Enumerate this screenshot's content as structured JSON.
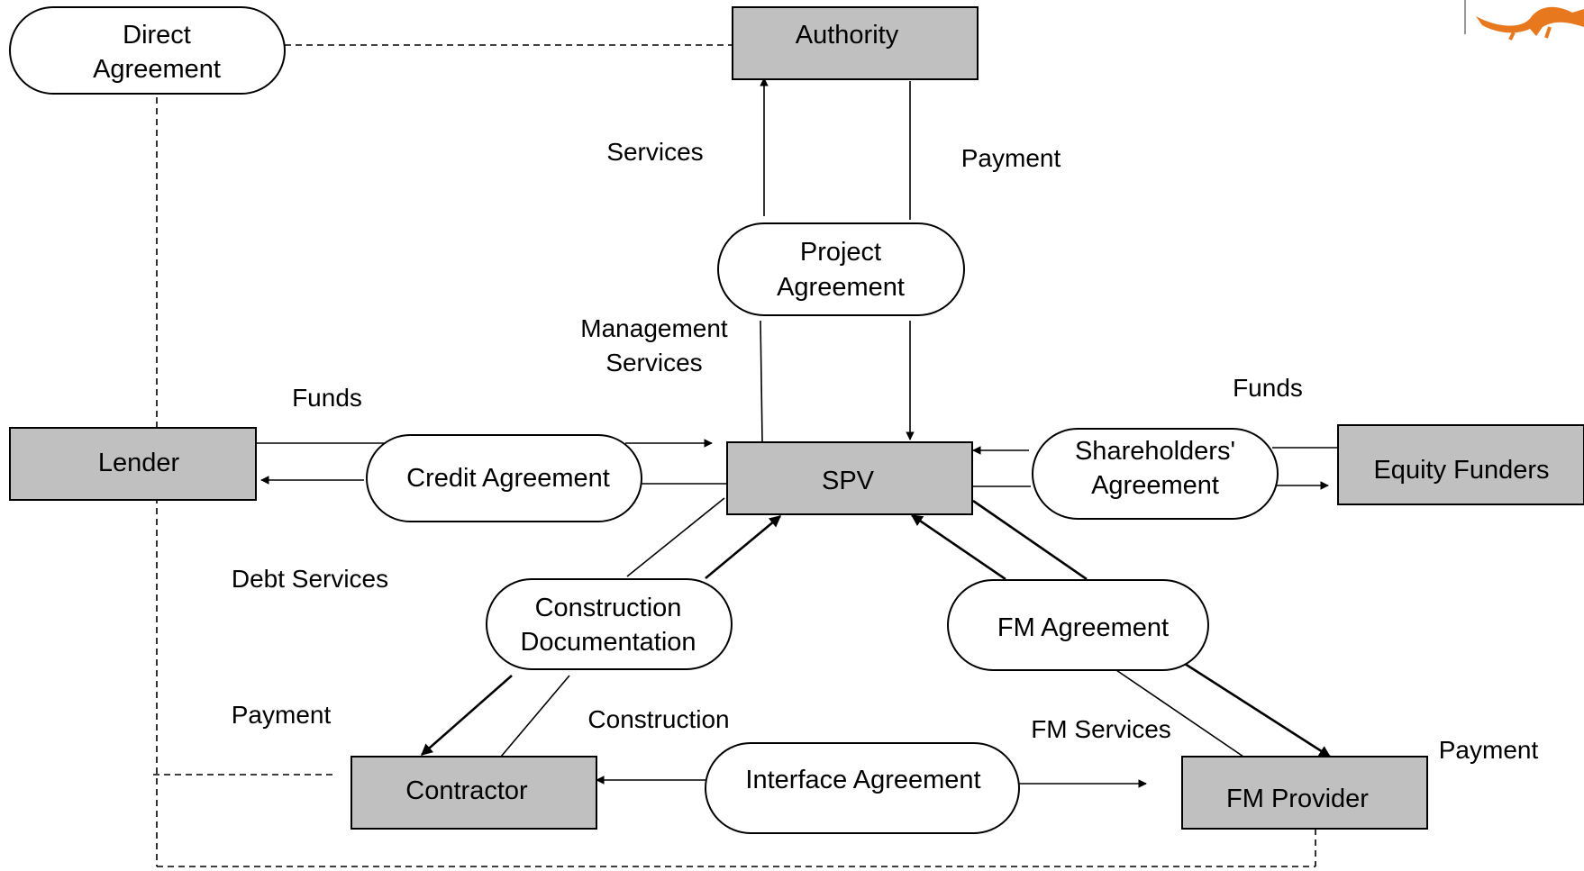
{
  "nodes": {
    "authority": "Authority",
    "lender": "Lender",
    "spv": "SPV",
    "equity_funders": "Equity Funders",
    "contractor": "Contractor",
    "fm_provider": "FM Provider"
  },
  "agreements": {
    "direct_agreement": [
      "Direct",
      "Agreement"
    ],
    "project_agreement": [
      "Project",
      "Agreement"
    ],
    "credit_agreement": "Credit Agreement",
    "shareholders_agreement": [
      "Shareholders'",
      "Agreement"
    ],
    "construction_documentation": [
      "Construction",
      "Documentation"
    ],
    "fm_agreement": "FM Agreement",
    "interface_agreement": "Interface Agreement"
  },
  "flows": {
    "services": "Services",
    "payment_authority": "Payment",
    "management_services": [
      "Management",
      "Services"
    ],
    "funds_lender": "Funds",
    "funds_equity": "Funds",
    "debt_services": "Debt Services",
    "payment_contractor": "Payment",
    "construction": "Construction",
    "fm_services": "FM Services",
    "payment_fm": "Payment"
  },
  "colors": {
    "box_fill": "#c0c0c0",
    "line": "#000000",
    "logo": "#e8781e"
  }
}
